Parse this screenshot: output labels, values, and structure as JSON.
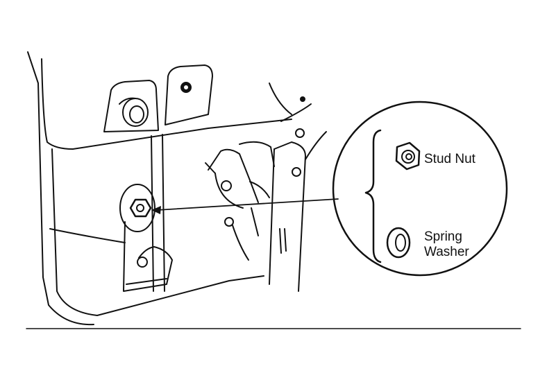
{
  "callouts": {
    "stud_nut": "Stud Nut",
    "spring_washer_line1": "Spring",
    "spring_washer_line2": "Washer"
  },
  "colors": {
    "ink": "#111111",
    "paper": "#ffffff"
  }
}
